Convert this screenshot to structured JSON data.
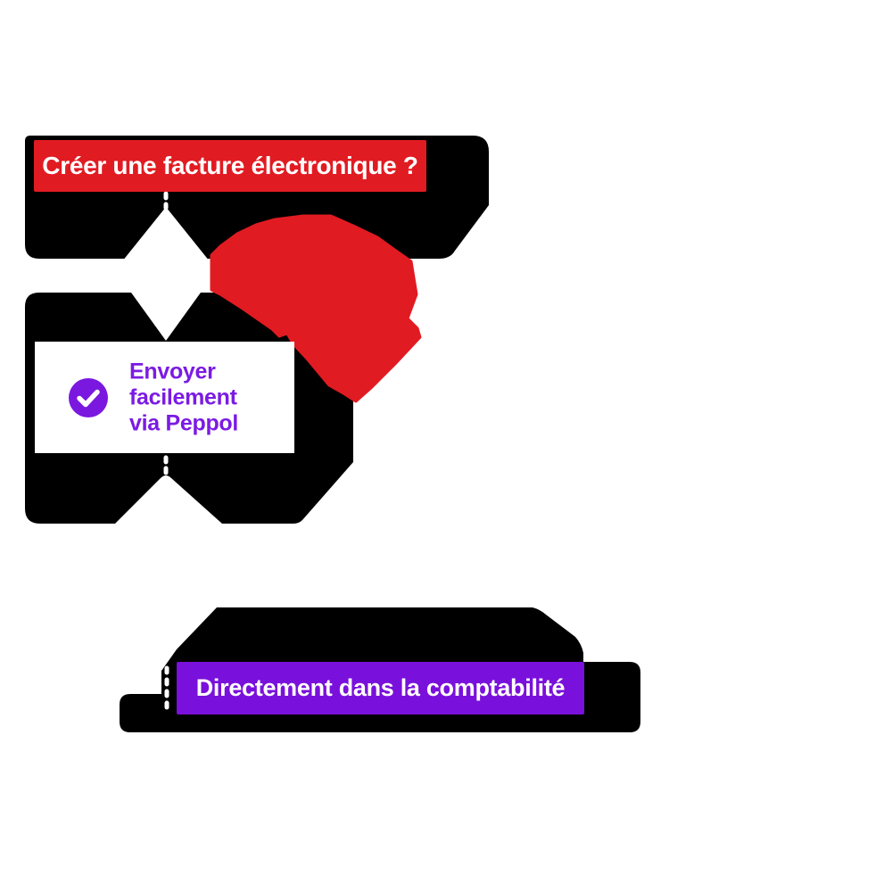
{
  "colors": {
    "red": "#E11B22",
    "purple_banner": "#7A10DB",
    "purple_text": "#7B1BE3",
    "purple_icon": "#7A18DF",
    "black": "#000000",
    "white": "#FFFFFF"
  },
  "flow": {
    "question_banner": {
      "label": "Créer une facture électronique ?"
    },
    "check_card": {
      "icon": "checkmark-in-circle",
      "lines": [
        "Envoyer",
        "facilement",
        "via Peppol"
      ]
    },
    "result_banner": {
      "label": "Directement dans la comptabilité"
    }
  },
  "shapes": {
    "decision_diamond": "white diamond cutout",
    "country_blob": "red map-like blob",
    "laptop_silhouette": "black laptop shape",
    "connector": "white dashed flow line"
  }
}
